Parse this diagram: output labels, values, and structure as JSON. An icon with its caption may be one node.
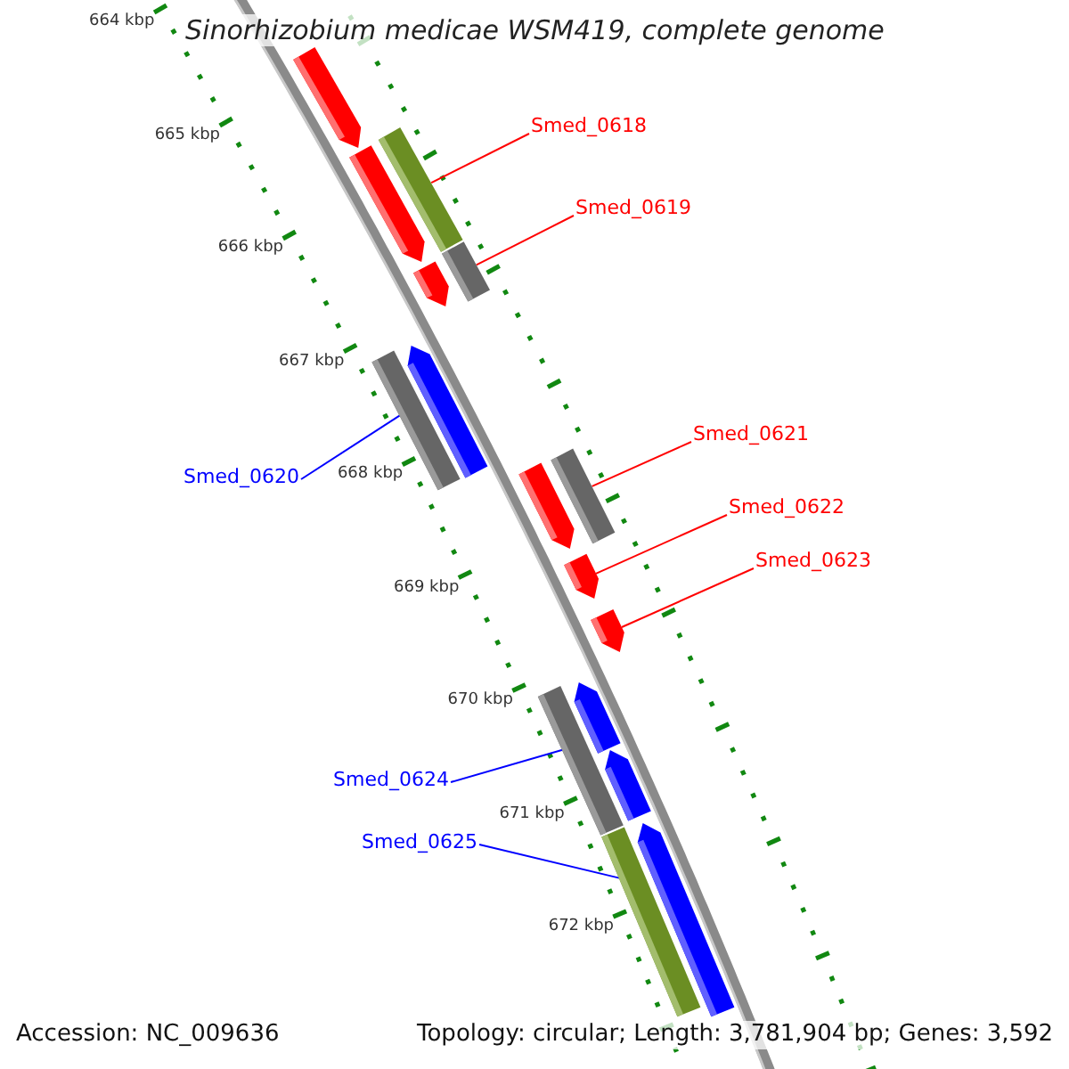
{
  "diagram": {
    "title": "Sinorhizobium medicae WSM419, complete genome",
    "nodes": [
      {
        "text": [
          "Smed_0618"
        ]
      },
      {
        "text": [
          "Smed_0619"
        ]
      },
      {
        "text": [
          "Smed_0620"
        ]
      },
      {
        "text": [
          "Smed_0621"
        ]
      },
      {
        "text": [
          "Smed_0622"
        ]
      },
      {
        "text": [
          "Smed_0623"
        ]
      },
      {
        "text": [
          "Smed_0624"
        ]
      },
      {
        "text": [
          "Smed_0625"
        ]
      },
      {
        "text": [],
        "shape": "arrow"
      },
      {
        "text": [],
        "shape": "bar"
      },
      {
        "text": [],
        "shape": "arrow"
      },
      {
        "text": [],
        "shape": "bar"
      },
      {
        "text": [],
        "shape": "arrow"
      },
      {
        "text": [],
        "shape": "arrow"
      },
      {
        "text": [],
        "shape": "bar"
      },
      {
        "text": [],
        "shape": "bar"
      },
      {
        "text": [],
        "shape": "arrow"
      },
      {
        "text": [],
        "shape": "arrow"
      },
      {
        "text": [],
        "shape": "arrow"
      },
      {
        "text": [],
        "shape": "arrow"
      },
      {
        "text": [],
        "shape": "bar"
      },
      {
        "text": [],
        "shape": "arrow"
      },
      {
        "text": [],
        "shape": "arrow"
      },
      {
        "text": [],
        "shape": "bar"
      }
    ],
    "edges": [
      {
        "from": 0,
        "to": 9,
        "arrow": "none"
      },
      {
        "from": 1,
        "to": 11,
        "arrow": "none"
      },
      {
        "from": 2,
        "to": 14,
        "arrow": "none",
        "color": "#0000ff"
      },
      {
        "from": 3,
        "to": 15,
        "arrow": "none"
      },
      {
        "from": 4,
        "to": 17,
        "arrow": "none"
      },
      {
        "from": 5,
        "to": 18,
        "arrow": "none"
      },
      {
        "from": 6,
        "to": 20,
        "arrow": "none",
        "color": "#0000ff"
      },
      {
        "from": 7,
        "to": 23,
        "arrow": "none",
        "color": "#0000ff"
      }
    ],
    "labels": [
      "664 kbp",
      "665 kbp",
      "666 kbp",
      "667 kbp",
      "668 kbp",
      "669 kbp",
      "670 kbp",
      "671 kbp",
      "672 kbp",
      "Accession: NC_009636",
      "Topology: circular; Length: 3,781,904 bp; Genes: 3,592"
    ]
  }
}
